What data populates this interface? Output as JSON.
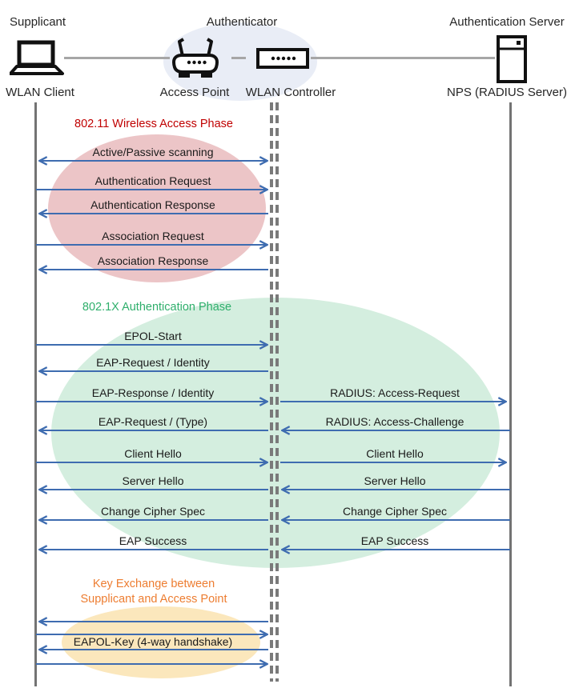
{
  "roles": [
    {
      "label": "Supplicant"
    },
    {
      "label": "Authenticator"
    },
    {
      "label": "Authentication Server"
    }
  ],
  "nodes": [
    {
      "label": "WLAN Client",
      "icon": "laptop-icon"
    },
    {
      "label": "Access Point",
      "icon": "access-point-icon"
    },
    {
      "label": "WLAN Controller",
      "icon": "wlan-controller-icon"
    },
    {
      "label": "NPS (RADIUS Server)",
      "icon": "server-icon"
    }
  ],
  "phases": {
    "p1": {
      "title": "802.11 Wireless Access Phase",
      "color": "#C00000",
      "fill": "#ECC5C7"
    },
    "p2": {
      "title": "802.1X Authentication Phase",
      "color": "#2FAF6C",
      "fill": "#D4EEDF"
    },
    "p3": {
      "title_line1": "Key Exchange between",
      "title_line2": "Supplicant and Access Point",
      "color": "#ED7D31",
      "fill": "#FBE7BC"
    }
  },
  "client_ap_messages": [
    {
      "label": "Active/Passive scanning",
      "direction": "both"
    },
    {
      "label": "Authentication Request",
      "direction": "right"
    },
    {
      "label": "Authentication Response",
      "direction": "left"
    },
    {
      "label": "Association Request",
      "direction": "right"
    },
    {
      "label": "Association Response",
      "direction": "left"
    },
    {
      "label": "EPOL-Start",
      "direction": "right"
    },
    {
      "label": "EAP-Request / Identity",
      "direction": "left"
    },
    {
      "label": "EAP-Response / Identity",
      "direction": "right"
    },
    {
      "label": "EAP-Request / (Type)",
      "direction": "left"
    },
    {
      "label": "Client Hello",
      "direction": "right"
    },
    {
      "label": "Server Hello",
      "direction": "left"
    },
    {
      "label": "Change Cipher Spec",
      "direction": "left"
    },
    {
      "label": "EAP Success",
      "direction": "left"
    },
    {
      "label": "EAPOL-Key (4-way handshake)",
      "direction": "4-way-handshake"
    }
  ],
  "ap_server_messages": [
    {
      "label": "RADIUS: Access-Request",
      "direction": "right"
    },
    {
      "label": "RADIUS: Access-Challenge",
      "direction": "left"
    },
    {
      "label": "Client Hello",
      "direction": "right"
    },
    {
      "label": "Server Hello",
      "direction": "left"
    },
    {
      "label": "Change Cipher Spec",
      "direction": "left"
    },
    {
      "label": "EAP Success",
      "direction": "left"
    }
  ],
  "colors": {
    "arrow_blue": "#3E6CB0",
    "lifeline_gray": "#737373",
    "connector_gray": "#A6A6A6",
    "authenticator_fill": "#E9EDF6"
  }
}
